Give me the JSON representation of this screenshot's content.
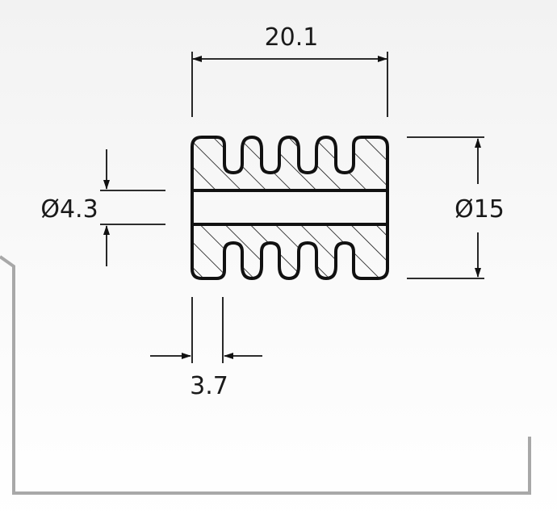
{
  "dimensions": {
    "overall_length": "20.1",
    "bore_diameter": "Ø4.3",
    "outer_diameter": "Ø15",
    "groove_pitch": "3.7"
  },
  "colors": {
    "line": "#111111",
    "frame": "#a8a8a8",
    "background_top": "#f2f2f2",
    "background_bottom": "#ffffff"
  }
}
